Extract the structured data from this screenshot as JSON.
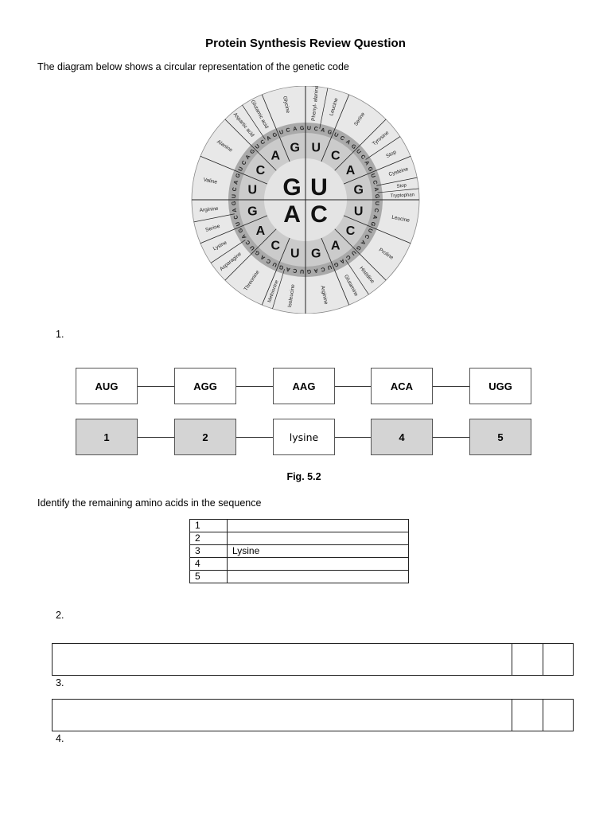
{
  "title": "Protein Synthesis Review Question",
  "intro": "The diagram below shows a circular representation of the genetic code",
  "wheel": {
    "first_bases": [
      "U",
      "C",
      "A",
      "G"
    ],
    "second_bases": [
      "U",
      "C",
      "A",
      "G"
    ],
    "third_bases": [
      "U",
      "C",
      "A",
      "G"
    ],
    "amino_acids": [
      {
        "label": "Phenyl- alanine",
        "codons": 2
      },
      {
        "label": "Leucine",
        "codons": 2
      },
      {
        "label": "Serine",
        "codons": 4
      },
      {
        "label": "Tyrosine",
        "codons": 2
      },
      {
        "label": "Stop",
        "codons": 2
      },
      {
        "label": "Cysteine",
        "codons": 2
      },
      {
        "label": "Stop",
        "codons": 1
      },
      {
        "label": "Tryptophan",
        "codons": 1
      },
      {
        "label": "Leucine",
        "codons": 4
      },
      {
        "label": "Proline",
        "codons": 4
      },
      {
        "label": "Histidine",
        "codons": 2
      },
      {
        "label": "Glutamine",
        "codons": 2
      },
      {
        "label": "Arginine",
        "codons": 4
      },
      {
        "label": "Isoleucine",
        "codons": 3
      },
      {
        "label": "Methionine",
        "codons": 1
      },
      {
        "label": "Threonine",
        "codons": 4
      },
      {
        "label": "Asparagine",
        "codons": 2
      },
      {
        "label": "Lysine",
        "codons": 2
      },
      {
        "label": "Serine",
        "codons": 2
      },
      {
        "label": "Arginine",
        "codons": 2
      },
      {
        "label": "Valine",
        "codons": 4
      },
      {
        "label": "Alanine",
        "codons": 4
      },
      {
        "label": "Aspartic acid",
        "codons": 2
      },
      {
        "label": "Glutamic acid",
        "codons": 2
      },
      {
        "label": "Glycine",
        "codons": 4
      }
    ]
  },
  "q1": {
    "number": "1.",
    "codons": [
      "AUG",
      "AGG",
      "AAG",
      "ACA",
      "UGG"
    ],
    "amino": [
      "1",
      "2",
      "lysine",
      "4",
      "5"
    ],
    "figure_label": "Fig. 5.2",
    "instruction": "Identify the remaining amino acids in the sequence",
    "table": [
      {
        "n": "1",
        "v": ""
      },
      {
        "n": "2",
        "v": ""
      },
      {
        "n": "3",
        "v": "Lysine"
      },
      {
        "n": "4",
        "v": ""
      },
      {
        "n": "5",
        "v": ""
      }
    ]
  },
  "q2": {
    "number": "2."
  },
  "q3": {
    "number": "3."
  },
  "q4": {
    "number": "4."
  }
}
